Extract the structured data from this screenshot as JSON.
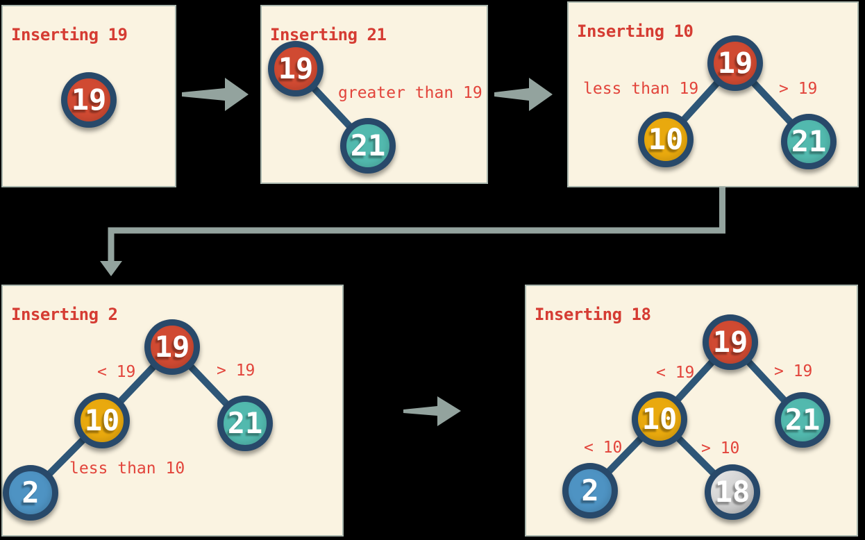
{
  "background_color": "#000000",
  "palette": {
    "panel_background": "#faf3e1",
    "panel_border": "#a9b6ad",
    "title_red": "#d53c33",
    "label_red": "#e2443b",
    "edge_color": "#2e5677",
    "node_ring": "#28496a",
    "node_red_fill": "#d04a32",
    "node_yellow_fill": "#e9a90e",
    "node_teal_fill": "#52b9ae",
    "node_blue_fill": "#4e93c3",
    "node_gray_fill": "#cbcbcb",
    "node_number_color": "#ffffff",
    "arrow_gray": "#93a39e"
  },
  "panels": [
    {
      "title": "Inserting 19",
      "nodes": [
        {
          "value": "19",
          "color": "red"
        }
      ],
      "labels": []
    },
    {
      "title": "Inserting 21",
      "nodes": [
        {
          "value": "19",
          "color": "red"
        },
        {
          "value": "21",
          "color": "teal"
        }
      ],
      "labels": [
        {
          "text": "greater than 19"
        }
      ]
    },
    {
      "title": "Inserting 10",
      "nodes": [
        {
          "value": "19",
          "color": "red"
        },
        {
          "value": "10",
          "color": "yellow"
        },
        {
          "value": "21",
          "color": "teal"
        }
      ],
      "labels": [
        {
          "text": "less than 19"
        },
        {
          "text": "> 19"
        }
      ]
    },
    {
      "title": "Inserting 2",
      "nodes": [
        {
          "value": "19",
          "color": "red"
        },
        {
          "value": "10",
          "color": "yellow"
        },
        {
          "value": "21",
          "color": "teal"
        },
        {
          "value": "2",
          "color": "blue"
        }
      ],
      "labels": [
        {
          "text": "< 19"
        },
        {
          "text": "> 19"
        },
        {
          "text": "less than 10"
        }
      ]
    },
    {
      "title": "Inserting 18",
      "nodes": [
        {
          "value": "19",
          "color": "red"
        },
        {
          "value": "10",
          "color": "yellow"
        },
        {
          "value": "21",
          "color": "teal"
        },
        {
          "value": "2",
          "color": "blue"
        },
        {
          "value": "18",
          "color": "gray"
        }
      ],
      "labels": [
        {
          "text": "< 19"
        },
        {
          "text": "> 19"
        },
        {
          "text": "< 10"
        },
        {
          "text": "> 10"
        }
      ]
    }
  ],
  "flow": {
    "arrows": [
      {
        "name": "arrow-step1-to-step2",
        "direction": "right"
      },
      {
        "name": "arrow-step2-to-step3",
        "direction": "right"
      },
      {
        "name": "connector-step3-to-step4",
        "direction": "down-left-down"
      },
      {
        "name": "arrow-step4-to-step5",
        "direction": "right"
      }
    ]
  }
}
